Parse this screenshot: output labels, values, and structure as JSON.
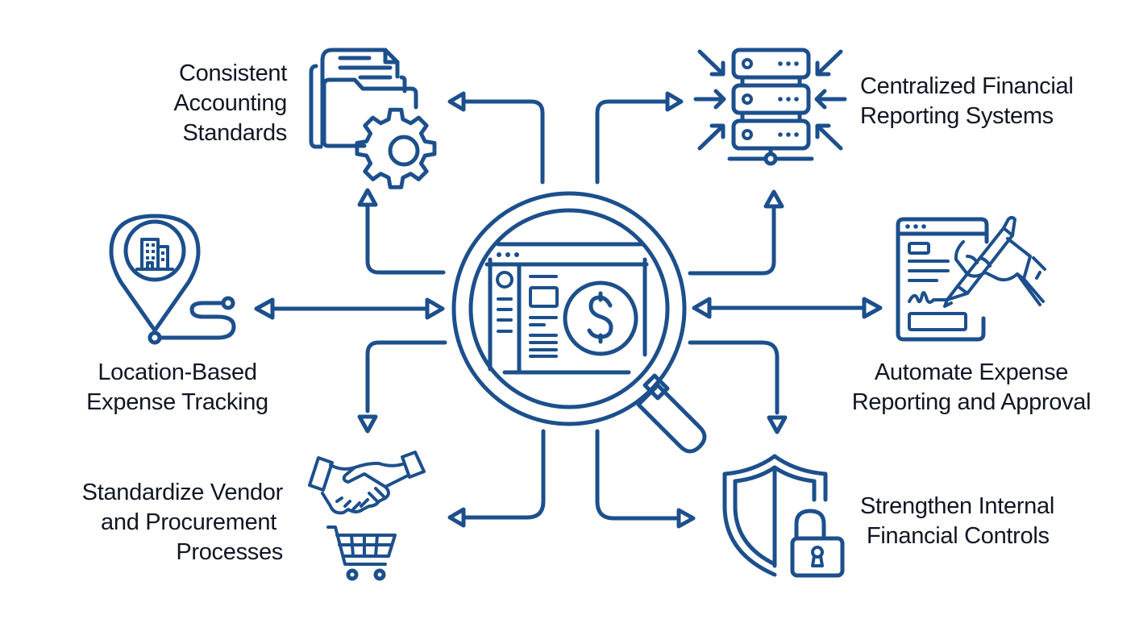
{
  "theme": {
    "accent": "#1c4f8c",
    "text": "#101623",
    "background": "#ffffff"
  },
  "center": {
    "icon": "magnifier-dashboard-dollar-icon",
    "symbol": "$"
  },
  "nodes": [
    {
      "id": "consistent-accounting",
      "icon": "folder-gear-icon",
      "lines": [
        "Consistent",
        "Accounting",
        "Standards"
      ]
    },
    {
      "id": "centralized-reporting",
      "icon": "server-stack-icon",
      "lines": [
        "Centralized Financial",
        "Reporting Systems"
      ]
    },
    {
      "id": "location-expense",
      "icon": "location-pin-building-icon",
      "lines": [
        "Location-Based",
        "Expense Tracking"
      ]
    },
    {
      "id": "automate-expense",
      "icon": "signing-document-icon",
      "lines": [
        "Automate Expense",
        "Reporting and Approval"
      ]
    },
    {
      "id": "vendor-procurement",
      "icon": "handshake-cart-icon",
      "lines": [
        "Standardize Vendor",
        "and Procurement",
        "Processes"
      ]
    },
    {
      "id": "internal-controls",
      "icon": "shield-lock-icon",
      "lines": [
        "Strengthen Internal",
        "Financial Controls"
      ]
    }
  ]
}
